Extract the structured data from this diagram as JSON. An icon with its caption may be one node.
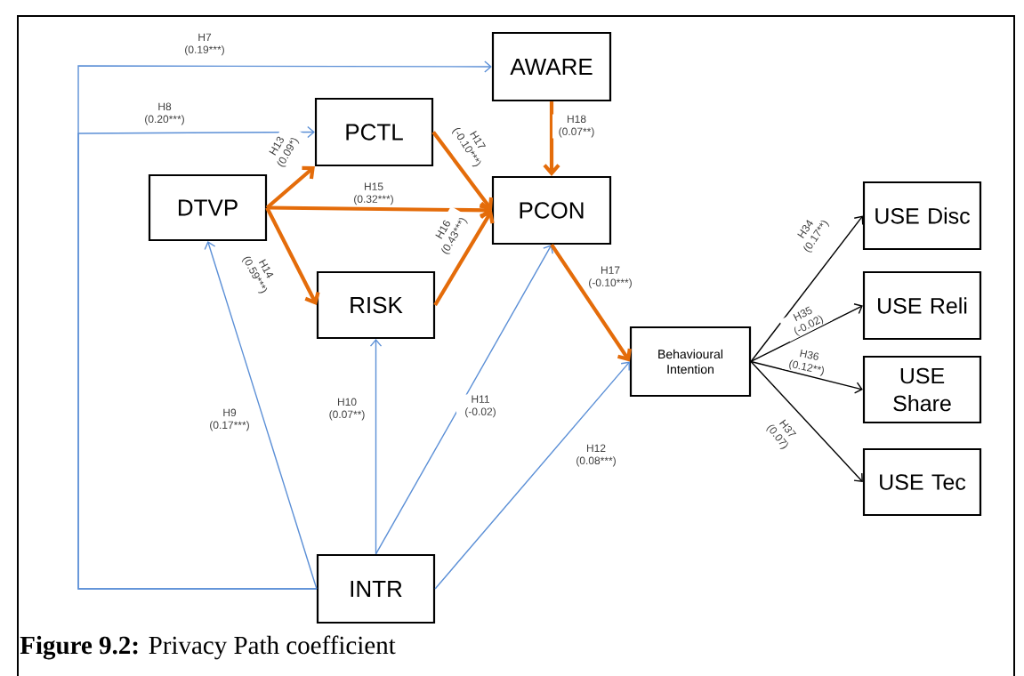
{
  "diagram": {
    "caption": "**Figure 9.2:** Privacy Path coefficient",
    "nodes": [
      {
        "text": [
          "AWARE"
        ]
      },
      {
        "text": [
          "PCTL"
        ]
      },
      {
        "text": [
          "DTVP"
        ]
      },
      {
        "text": [
          "PCON"
        ]
      },
      {
        "text": [
          "RISK"
        ]
      },
      {
        "text": [
          "Behavioural Intention"
        ]
      },
      {
        "text": [
          "USE Disc"
        ]
      },
      {
        "text": [
          "USE Reli"
        ]
      },
      {
        "text": [
          "USE Share"
        ]
      },
      {
        "text": [
          "USE Tec"
        ]
      },
      {
        "text": [
          "INTR"
        ]
      }
    ],
    "edges": [
      {
        "from": 10,
        "to": 0,
        "arrow": "to",
        "label": "H7 (0.19***)",
        "color": "#5b8fd6"
      },
      {
        "from": 10,
        "to": 1,
        "arrow": "to",
        "label": "H8 (0.20***)",
        "color": "#5b8fd6"
      },
      {
        "from": 10,
        "to": 2,
        "arrow": "to",
        "label": "H9 (0.17***)",
        "color": "#5b8fd6"
      },
      {
        "from": 10,
        "to": 4,
        "arrow": "to",
        "label": "H10 (0.07**)",
        "color": "#5b8fd6"
      },
      {
        "from": 10,
        "to": 3,
        "arrow": "to",
        "label": "H11 (-0.02)",
        "color": "#5b8fd6"
      },
      {
        "from": 10,
        "to": 5,
        "arrow": "to",
        "label": "H12 (0.08***)",
        "color": "#5b8fd6"
      },
      {
        "from": 2,
        "to": 1,
        "arrow": "to",
        "label": "H13 (0.09*)",
        "style": "thick"
      },
      {
        "from": 2,
        "to": 4,
        "arrow": "to",
        "label": "H14 (0.59***)",
        "style": "thick"
      },
      {
        "from": 2,
        "to": 3,
        "arrow": "to",
        "label": "H15 (0.32***)",
        "style": "thick"
      },
      {
        "from": 4,
        "to": 3,
        "arrow": "to",
        "label": "H16 (0.43***)",
        "style": "thick"
      },
      {
        "from": 1,
        "to": 3,
        "arrow": "to",
        "label": "H17 (-0.10***)",
        "style": "thick"
      },
      {
        "from": 0,
        "to": 3,
        "arrow": "to",
        "label": "H18 (0.07**)",
        "style": "thick"
      },
      {
        "from": 3,
        "to": 5,
        "arrow": "to",
        "label": "H17 (-0.10***)",
        "style": "thick"
      },
      {
        "from": 5,
        "to": 6,
        "arrow": "to",
        "label": "H34 (0.17**)",
        "color": "#000000"
      },
      {
        "from": 5,
        "to": 7,
        "arrow": "to",
        "label": "H35 (-0.02)",
        "color": "#000000"
      },
      {
        "from": 5,
        "to": 8,
        "arrow": "to",
        "label": "H36 (0.12**)",
        "color": "#000000"
      },
      {
        "from": 5,
        "to": 9,
        "arrow": "to",
        "label": "H37 (0.07)",
        "color": "#000000"
      }
    ]
  }
}
